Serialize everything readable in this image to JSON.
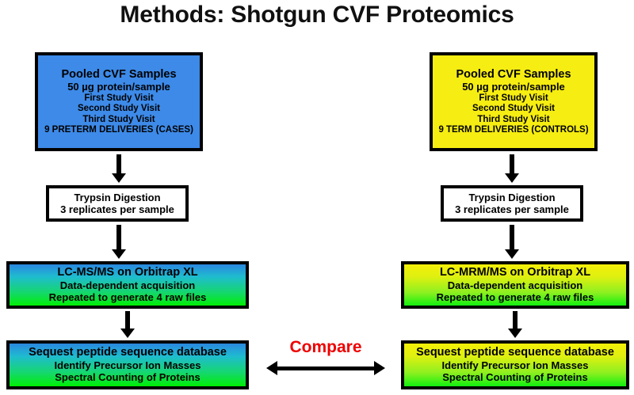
{
  "title": "Methods: Shotgun CVF Proteomics",
  "colors": {
    "cases_fill": "#3d8ae8",
    "controls_fill": "#f6ed12",
    "plain_fill": "#ffffff",
    "compare_text": "#ee0000",
    "outline": "#000000",
    "gradient_left_from": "#2a87e0",
    "gradient_left_to": "#00ee05",
    "gradient_right_from": "#f4f008",
    "gradient_right_to": "#12ef10"
  },
  "left_column": {
    "pooled": {
      "line1": "Pooled CVF Samples",
      "line2": "50 µg protein/sample",
      "line3": "First Study Visit",
      "line4": "Second Study Visit",
      "line5": "Third Study Visit",
      "line6": "9 PRETERM DELIVERIES (CASES)"
    },
    "trypsin": {
      "line1": "Trypsin Digestion",
      "line2": "3 replicates per sample"
    },
    "instrument": {
      "line1": "LC-MS/MS on Orbitrap XL",
      "line2": "Data-dependent acquisition",
      "line3": "Repeated to generate 4 raw files"
    },
    "database": {
      "line1": "Sequest peptide sequence database",
      "line2": "Identify Precursor Ion Masses",
      "line3": "Spectral Counting of Proteins"
    }
  },
  "right_column": {
    "pooled": {
      "line1": "Pooled CVF Samples",
      "line2": "50 µg protein/sample",
      "line3": "First Study Visit",
      "line4": "Second Study Visit",
      "line5": "Third Study Visit",
      "line6": "9 TERM DELIVERIES (CONTROLS)"
    },
    "trypsin": {
      "line1": "Trypsin Digestion",
      "line2": "3 replicates per sample"
    },
    "instrument": {
      "line1": "LC-MRM/MS on Orbitrap XL",
      "line2": "Data-dependent acquisition",
      "line3": "Repeated to generate 4 raw files"
    },
    "database": {
      "line1": "Sequest peptide sequence database",
      "line2": "Identify Precursor Ion Masses",
      "line3": "Spectral Counting of Proteins"
    }
  },
  "compare": {
    "label": "Compare"
  }
}
